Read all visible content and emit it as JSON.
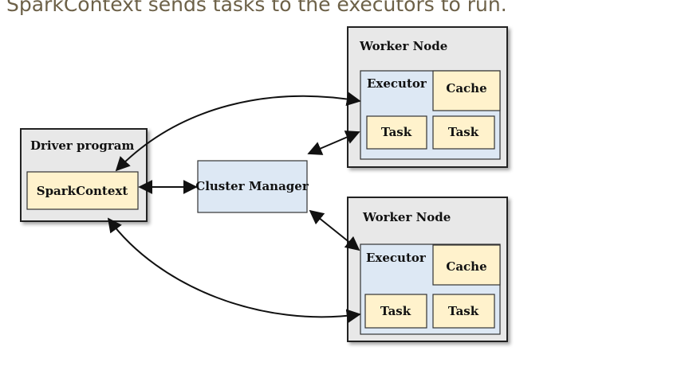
{
  "caption": "SparkContext sends tasks to the executors to run.",
  "driver": {
    "title": "Driver program",
    "context_label": "SparkContext"
  },
  "cluster_manager": {
    "label": "Cluster Manager"
  },
  "workers": [
    {
      "title": "Worker Node",
      "executor_label": "Executor",
      "cache_label": "Cache",
      "tasks": [
        "Task",
        "Task"
      ]
    },
    {
      "title": "Worker Node",
      "executor_label": "Executor",
      "cache_label": "Cache",
      "tasks": [
        "Task",
        "Task"
      ]
    }
  ],
  "colors": {
    "outer_box": "#e8e8e8",
    "executor_box": "#dde8f4",
    "cache_task_box": "#fff2cc",
    "context_box": "#fff2cc",
    "cluster_manager_box": "#dde8f4",
    "caption_text": "#6d6148"
  }
}
